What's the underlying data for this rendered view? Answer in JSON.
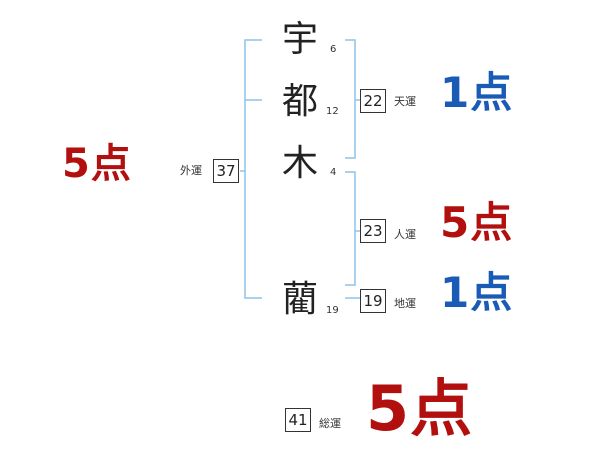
{
  "name_chars": [
    {
      "char": "宇",
      "strokes": "6"
    },
    {
      "char": "都",
      "strokes": "12"
    },
    {
      "char": "木",
      "strokes": "4"
    },
    {
      "char": "藺",
      "strokes": "19"
    }
  ],
  "fortunes": {
    "gaiun": {
      "label": "外運",
      "value": "37",
      "score": "5点"
    },
    "tenun": {
      "label": "天運",
      "value": "22",
      "score": "1点"
    },
    "jinun": {
      "label": "人運",
      "value": "23",
      "score": "5点"
    },
    "chiun": {
      "label": "地運",
      "value": "19",
      "score": "1点"
    },
    "souun": {
      "label": "総運",
      "value": "41",
      "score": "5点"
    }
  },
  "colors": {
    "good": "#b20f0f",
    "bad": "#1a5bb6",
    "bracket": "#8cc4e8"
  }
}
